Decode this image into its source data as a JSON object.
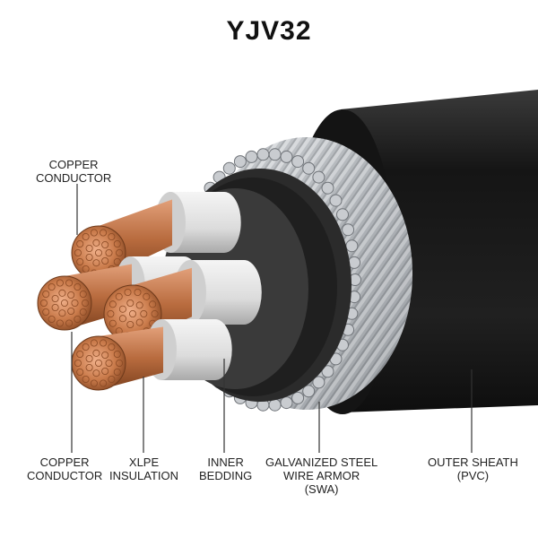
{
  "title": "YJV32",
  "labels": {
    "copper_conductor_top": [
      "COPPER",
      "CONDUCTOR"
    ],
    "copper_conductor_bottom": [
      "COPPER",
      "CONDUCTOR"
    ],
    "xlpe_insulation": [
      "XLPE",
      "INSULATION"
    ],
    "inner_bedding": [
      "INNER",
      "BEDDING"
    ],
    "armor": [
      "GALVANIZED STEEL",
      "WIRE ARMOR",
      "(SWA)"
    ],
    "outer_sheath": [
      "OUTER SHEATH",
      "(PVC)"
    ]
  },
  "colors": {
    "sheath": "#1d1d1d",
    "armor": "#b8bcc0",
    "bedding": "#2e2e2e",
    "insulation": "#e9e9e9",
    "copper": "#c97a4a",
    "leader_line": "#333333"
  }
}
